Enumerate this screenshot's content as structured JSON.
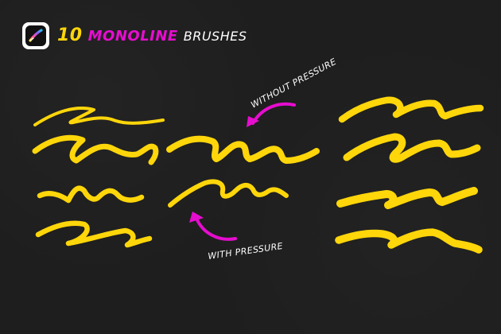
{
  "header": {
    "count": "10",
    "highlight": "MONOLINE",
    "rest": "BRUSHES",
    "app_icon": "procreate-brush-icon"
  },
  "annotations": {
    "top": "WITHOUT PRESSURE",
    "bottom": "WITH PRESSURE"
  },
  "colors": {
    "background": "#1e1e1e",
    "stroke": "#ffd60a",
    "accent": "#e60dcf",
    "text": "#ffffff"
  }
}
